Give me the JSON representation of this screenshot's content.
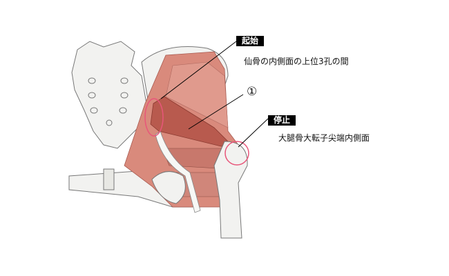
{
  "origin": {
    "label": "起始",
    "description": "仙骨の内側面の上位3孔の間"
  },
  "muscle": {
    "number": "①"
  },
  "insertion": {
    "label": "停止",
    "description": "大腿骨大転子尖端内側面"
  },
  "colors": {
    "muscle": "#d98a7c",
    "muscle_dark": "#b85a4e",
    "bone": "#f0f0ee",
    "highlight": "#e8567a"
  }
}
